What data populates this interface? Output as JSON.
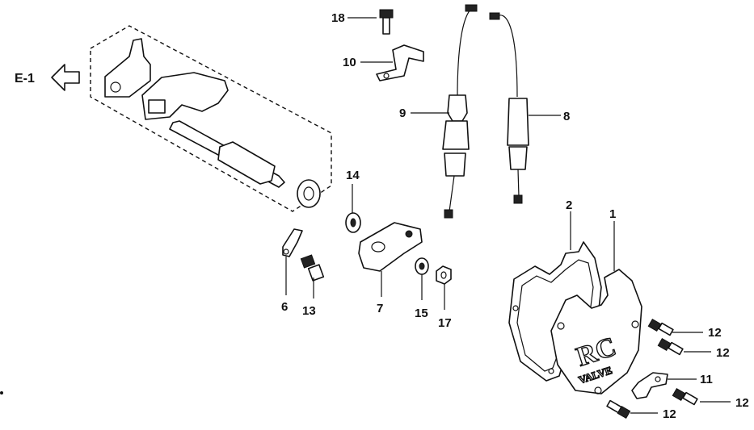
{
  "reference": {
    "label": "E-1"
  },
  "callouts": {
    "p1": "1",
    "p2": "2",
    "p6": "6",
    "p7": "7",
    "p8": "8",
    "p9": "9",
    "p10": "10",
    "p11": "11",
    "p12a": "12",
    "p12b": "12",
    "p12c": "12",
    "p12d": "12",
    "p13": "13",
    "p14": "14",
    "p15": "15",
    "p17": "17",
    "p18": "18"
  },
  "cover_logo": {
    "line1": "RC",
    "line2": "VALVE"
  }
}
